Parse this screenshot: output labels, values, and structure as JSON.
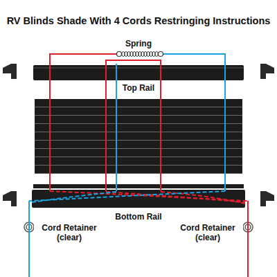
{
  "diagram": {
    "title": "RV Blinds Shade With 4 Cords Restringing Instructions",
    "labels": [
      "Spring",
      "Top Rail",
      "Bottom Rail",
      "Cord Retainer (clear)",
      "Cord Retainer (clear)"
    ]
  }
}
